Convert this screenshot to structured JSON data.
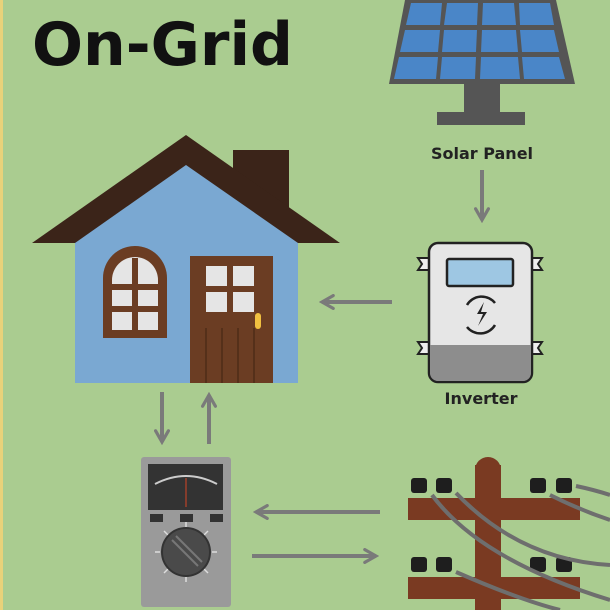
{
  "title": "On-Grid",
  "components": {
    "solar_panel": {
      "label": "Solar Panel"
    },
    "inverter": {
      "label": "Inverter"
    },
    "house": {},
    "meter": {},
    "grid_pole": {}
  },
  "colors": {
    "background": "#aacc90",
    "arrow": "#7a7a7a",
    "panel_cell": "#4a86c8",
    "roof": "#3b2419",
    "wall": "#7aa8d2",
    "wood": "#6b3d23"
  }
}
